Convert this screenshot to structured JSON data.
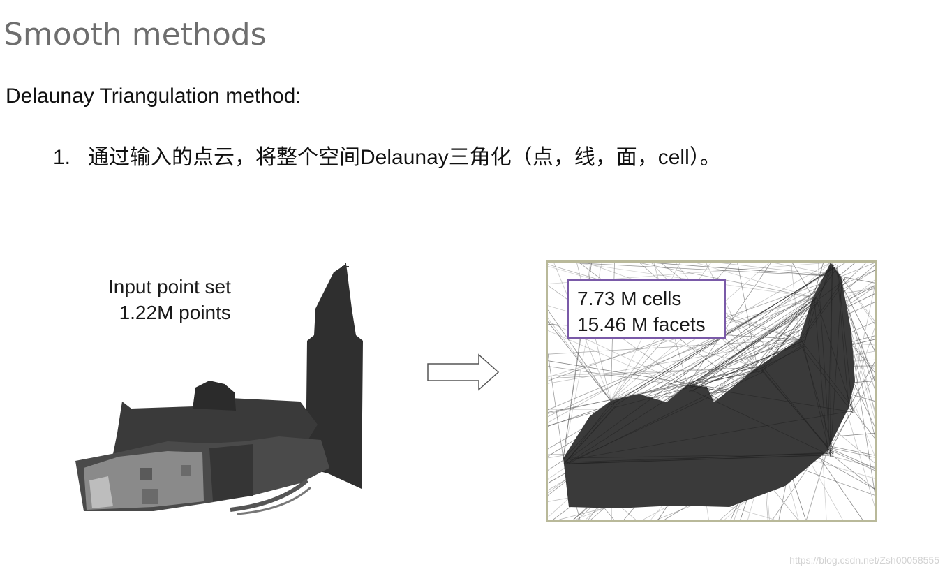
{
  "slide": {
    "title": "Smooth methods",
    "subheading": "Delaunay Triangulation method:",
    "bullet_number": "1.",
    "bullet_text": "通过输入的点云，将整个空间Delaunay三角化（点，线，面，cell）。"
  },
  "left_figure": {
    "caption_line1": "Input point set",
    "caption_line2": "1.22M points"
  },
  "right_figure": {
    "stats_line1": "7.73 M cells",
    "stats_line2": "15.46 M facets"
  },
  "watermark": "https://blog.csdn.net/Zsh00058555",
  "colors": {
    "title": "#6e6e6e",
    "frame_border": "#b9b99a",
    "stats_border": "#7a5aa8",
    "mesh_dark": "#3a3a3a"
  }
}
